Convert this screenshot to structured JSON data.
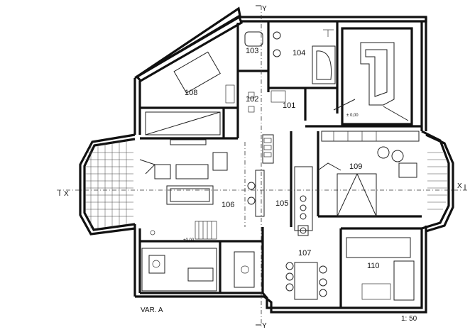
{
  "rooms": {
    "r101": "101",
    "r102": "102",
    "r103": "103",
    "r104": "104",
    "r105": "105",
    "r106": "106",
    "r107": "107",
    "r108": "108",
    "r109": "109",
    "r110": "110"
  },
  "levels": {
    "entrance": "± 0,00",
    "living": "+0,00"
  },
  "sections": {
    "y_top": "Y",
    "y_bottom": "Y",
    "x_left": "X",
    "x_right": "X"
  },
  "caption": {
    "variant": "VAR. A",
    "scale": "1: 50"
  }
}
